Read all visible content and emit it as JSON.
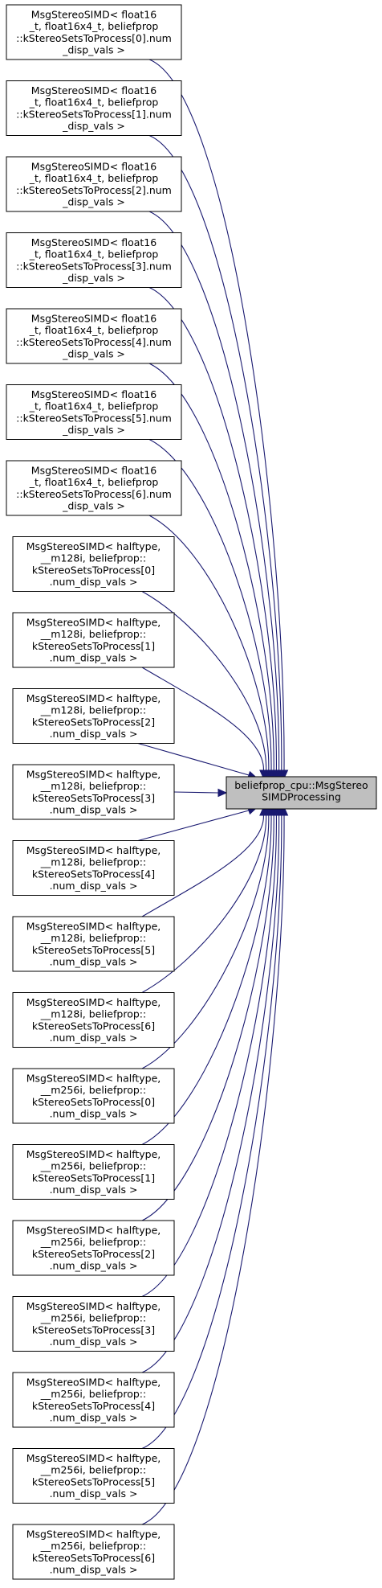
{
  "graph": {
    "target": {
      "lines": [
        "beliefprop_cpu::MsgStereo",
        "SIMDProcessing"
      ],
      "fill": "#bfbfbf"
    },
    "edge_color": "#191970",
    "sources": [
      {
        "lines": [
          "MsgStereoSIMD< float16",
          "_t, float16x4_t, beliefprop",
          "::kStereoSetsToProcess[0].num",
          "_disp_vals >"
        ]
      },
      {
        "lines": [
          "MsgStereoSIMD< float16",
          "_t, float16x4_t, beliefprop",
          "::kStereoSetsToProcess[1].num",
          "_disp_vals >"
        ]
      },
      {
        "lines": [
          "MsgStereoSIMD< float16",
          "_t, float16x4_t, beliefprop",
          "::kStereoSetsToProcess[2].num",
          "_disp_vals >"
        ]
      },
      {
        "lines": [
          "MsgStereoSIMD< float16",
          "_t, float16x4_t, beliefprop",
          "::kStereoSetsToProcess[3].num",
          "_disp_vals >"
        ]
      },
      {
        "lines": [
          "MsgStereoSIMD< float16",
          "_t, float16x4_t, beliefprop",
          "::kStereoSetsToProcess[4].num",
          "_disp_vals >"
        ]
      },
      {
        "lines": [
          "MsgStereoSIMD< float16",
          "_t, float16x4_t, beliefprop",
          "::kStereoSetsToProcess[5].num",
          "_disp_vals >"
        ]
      },
      {
        "lines": [
          "MsgStereoSIMD< float16",
          "_t, float16x4_t, beliefprop",
          "::kStereoSetsToProcess[6].num",
          "_disp_vals >"
        ]
      },
      {
        "lines": [
          "MsgStereoSIMD< halftype,",
          "__m128i, beliefprop::",
          "kStereoSetsToProcess[0]",
          ".num_disp_vals >"
        ]
      },
      {
        "lines": [
          "MsgStereoSIMD< halftype,",
          "__m128i, beliefprop::",
          "kStereoSetsToProcess[1]",
          ".num_disp_vals >"
        ]
      },
      {
        "lines": [
          "MsgStereoSIMD< halftype,",
          "__m128i, beliefprop::",
          "kStereoSetsToProcess[2]",
          ".num_disp_vals >"
        ]
      },
      {
        "lines": [
          "MsgStereoSIMD< halftype,",
          "__m128i, beliefprop::",
          "kStereoSetsToProcess[3]",
          ".num_disp_vals >"
        ]
      },
      {
        "lines": [
          "MsgStereoSIMD< halftype,",
          "__m128i, beliefprop::",
          "kStereoSetsToProcess[4]",
          ".num_disp_vals >"
        ]
      },
      {
        "lines": [
          "MsgStereoSIMD< halftype,",
          "__m128i, beliefprop::",
          "kStereoSetsToProcess[5]",
          ".num_disp_vals >"
        ]
      },
      {
        "lines": [
          "MsgStereoSIMD< halftype,",
          "__m128i, beliefprop::",
          "kStereoSetsToProcess[6]",
          ".num_disp_vals >"
        ]
      },
      {
        "lines": [
          "MsgStereoSIMD< halftype,",
          "__m256i, beliefprop::",
          "kStereoSetsToProcess[0]",
          ".num_disp_vals >"
        ]
      },
      {
        "lines": [
          "MsgStereoSIMD< halftype,",
          "__m256i, beliefprop::",
          "kStereoSetsToProcess[1]",
          ".num_disp_vals >"
        ]
      },
      {
        "lines": [
          "MsgStereoSIMD< halftype,",
          "__m256i, beliefprop::",
          "kStereoSetsToProcess[2]",
          ".num_disp_vals >"
        ]
      },
      {
        "lines": [
          "MsgStereoSIMD< halftype,",
          "__m256i, beliefprop::",
          "kStereoSetsToProcess[3]",
          ".num_disp_vals >"
        ]
      },
      {
        "lines": [
          "MsgStereoSIMD< halftype,",
          "__m256i, beliefprop::",
          "kStereoSetsToProcess[4]",
          ".num_disp_vals >"
        ]
      },
      {
        "lines": [
          "MsgStereoSIMD< halftype,",
          "__m256i, beliefprop::",
          "kStereoSetsToProcess[5]",
          ".num_disp_vals >"
        ]
      },
      {
        "lines": [
          "MsgStereoSIMD< halftype,",
          "__m256i, beliefprop::",
          "kStereoSetsToProcess[6]",
          ".num_disp_vals >"
        ]
      }
    ]
  }
}
